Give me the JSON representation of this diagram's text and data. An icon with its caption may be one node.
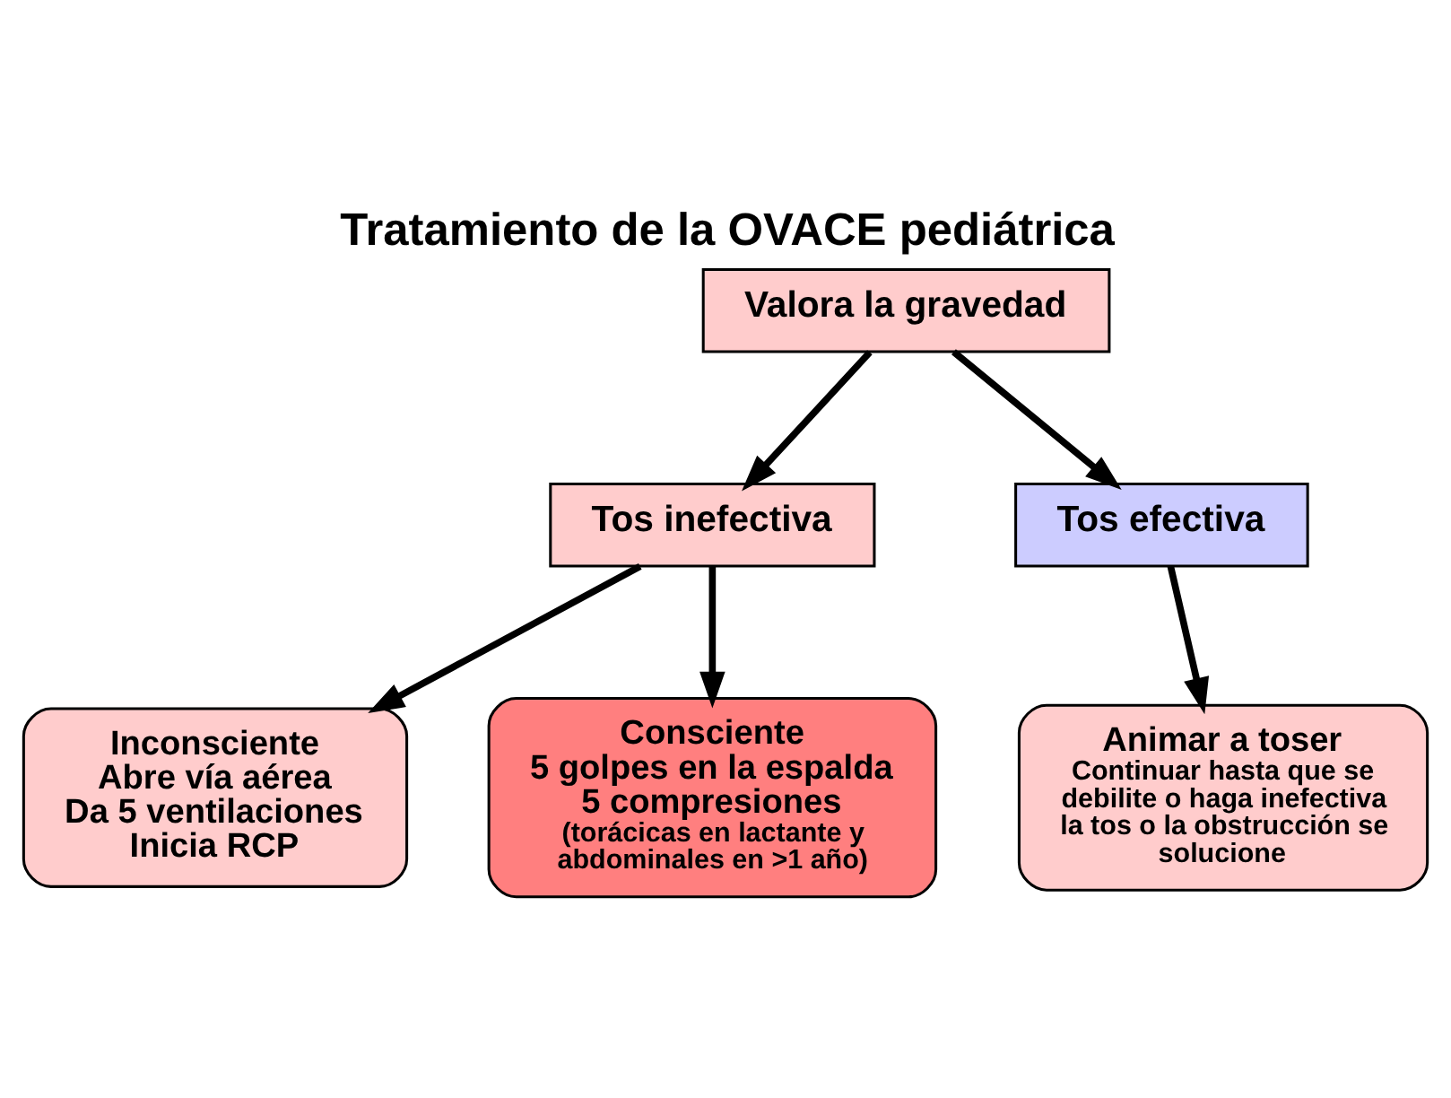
{
  "diagram": {
    "title": "Tratamiento de la OVACE pediátrica",
    "nodes": [
      {
        "text": [
          "Valora la gravedad"
        ]
      },
      {
        "text": [
          "Tos inefectiva"
        ]
      },
      {
        "text": [
          "Tos efectiva"
        ]
      },
      {
        "text": [
          "Inconsciente",
          "Abre vía aérea",
          "Da 5 ventilaciones",
          "Inicia RCP"
        ]
      },
      {
        "text": [
          "Consciente",
          "5 golpes en la espalda",
          "5 compresiones",
          "(torácicas en lactante y abdominales en >1 año)"
        ]
      },
      {
        "text": [
          "Animar a toser",
          "Continuar hasta que se debilite o haga inefectiva la tos o la obstrucción se solucione"
        ]
      }
    ],
    "edges": [
      {
        "from": 0,
        "to": 1,
        "arrow": "to"
      },
      {
        "from": 0,
        "to": 2,
        "arrow": "to"
      },
      {
        "from": 1,
        "to": 3,
        "arrow": "to"
      },
      {
        "from": 1,
        "to": 4,
        "arrow": "to"
      },
      {
        "from": 2,
        "to": 5,
        "arrow": "to"
      }
    ]
  }
}
